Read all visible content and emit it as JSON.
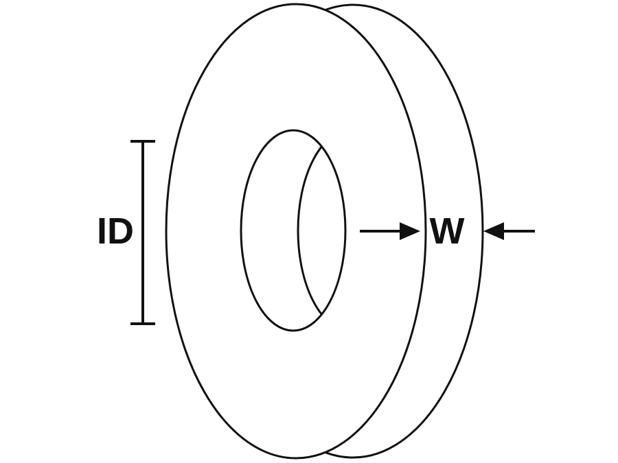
{
  "diagram": {
    "type": "technical-dimension-drawing",
    "subject": "washer-ring-side-view",
    "labels": {
      "inner_diameter": "ID",
      "width": "W"
    },
    "colors": {
      "line": "#111111",
      "background": "#ffffff"
    }
  }
}
